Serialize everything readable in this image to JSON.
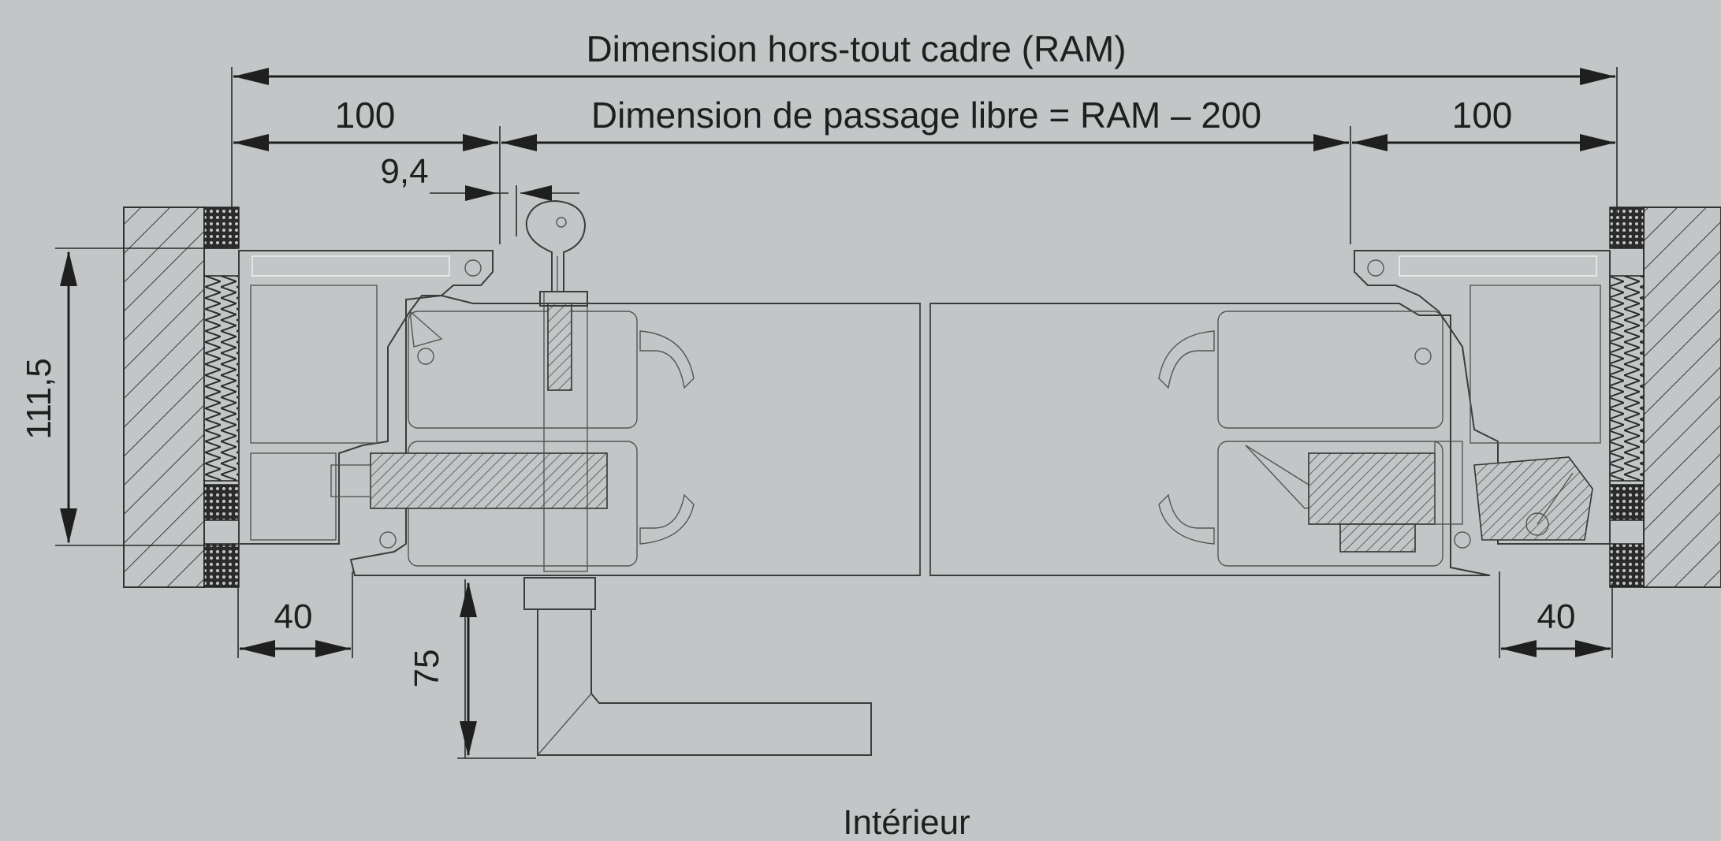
{
  "dimensions": {
    "overall_label": "Dimension hors-tout cadre (RAM)",
    "clear_passage_label": "Dimension de passage libre = RAM – 200",
    "left_offset": "100",
    "right_offset": "100",
    "key_offset": "9,4",
    "frame_depth": "111,5",
    "left_frame_width": "40",
    "right_frame_width": "40",
    "handle_projection": "75"
  },
  "side_label": "Intérieur",
  "colors": {
    "background": "#c3c6c7",
    "line": "#1f1f1f",
    "profile": "#3c3c3c"
  }
}
